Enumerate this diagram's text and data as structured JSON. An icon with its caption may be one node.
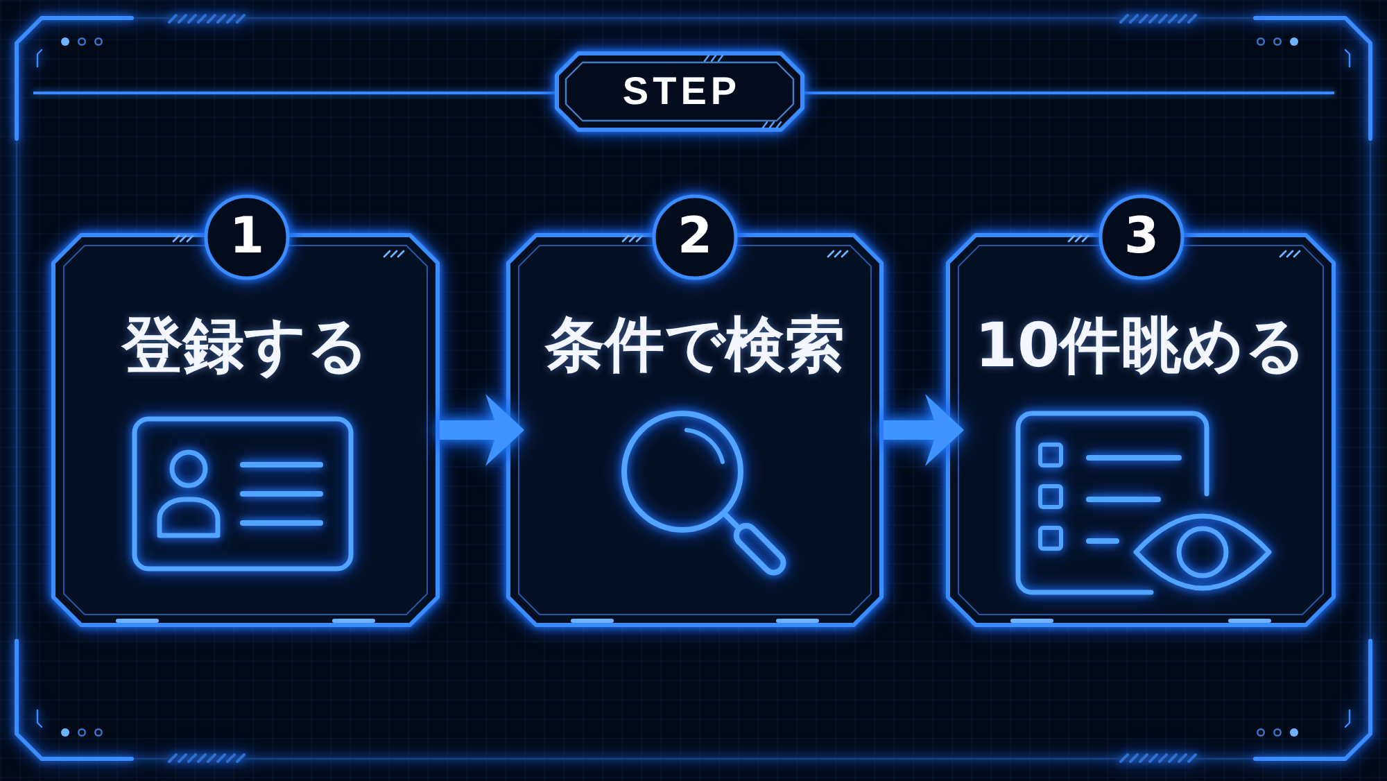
{
  "diagram": {
    "title": "STEP",
    "nodes": [
      {
        "text": [
          "1"
        ]
      },
      {
        "text": [
          "登録する"
        ]
      },
      {
        "text": [
          "2"
        ]
      },
      {
        "text": [
          "条件で検索"
        ]
      },
      {
        "text": [
          "3"
        ]
      },
      {
        "text": [
          "10件眺める"
        ]
      }
    ],
    "edges": [
      {
        "from": 1,
        "to": 3,
        "arrow": "to"
      },
      {
        "from": 3,
        "to": 5,
        "arrow": "to"
      }
    ]
  }
}
